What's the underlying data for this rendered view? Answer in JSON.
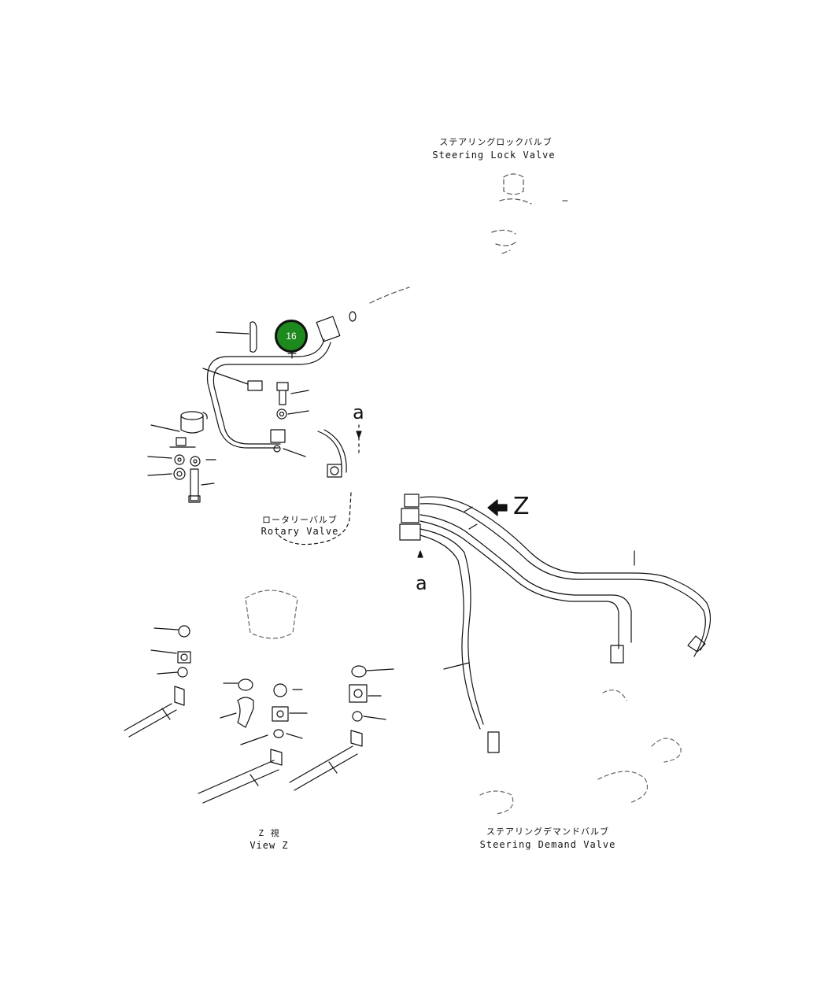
{
  "callout": {
    "number": "16",
    "color": "#1e8a1e"
  },
  "labels": {
    "steering_lock_valve_jp": "ステアリングロックバルブ",
    "steering_lock_valve_en": "Steering Lock Valve",
    "rotary_valve_jp": "ロータリーバルブ",
    "rotary_valve_en": "Rotary Valve",
    "view_z_jp": "Z 視",
    "view_z_en": "View Z",
    "steering_demand_valve_jp": "ステアリングデマンドバルブ",
    "steering_demand_valve_en": "Steering Demand Valve"
  },
  "markers": {
    "view_arrow": "Z",
    "section_top": "a",
    "section_bottom": "a"
  },
  "icons": {
    "view_arrow_icon": "left-arrow"
  }
}
